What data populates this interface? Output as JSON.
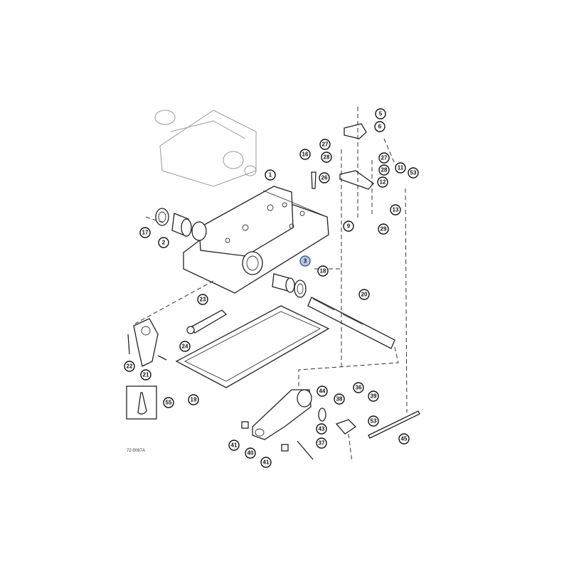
{
  "diagram": {
    "figure_ref": "72-0067A",
    "highlighted_callout": "3",
    "highlight_color": "#b9c8e6",
    "callouts": [
      "5",
      "6",
      "27",
      "28",
      "16",
      "26",
      "27",
      "28",
      "11",
      "53",
      "12",
      "13",
      "9",
      "29",
      "1",
      "17",
      "2",
      "3",
      "18",
      "20",
      "23",
      "24",
      "22",
      "21",
      "19",
      "55",
      "44",
      "36",
      "38",
      "39",
      "53",
      "43",
      "45",
      "37",
      "41",
      "40",
      "41"
    ]
  }
}
